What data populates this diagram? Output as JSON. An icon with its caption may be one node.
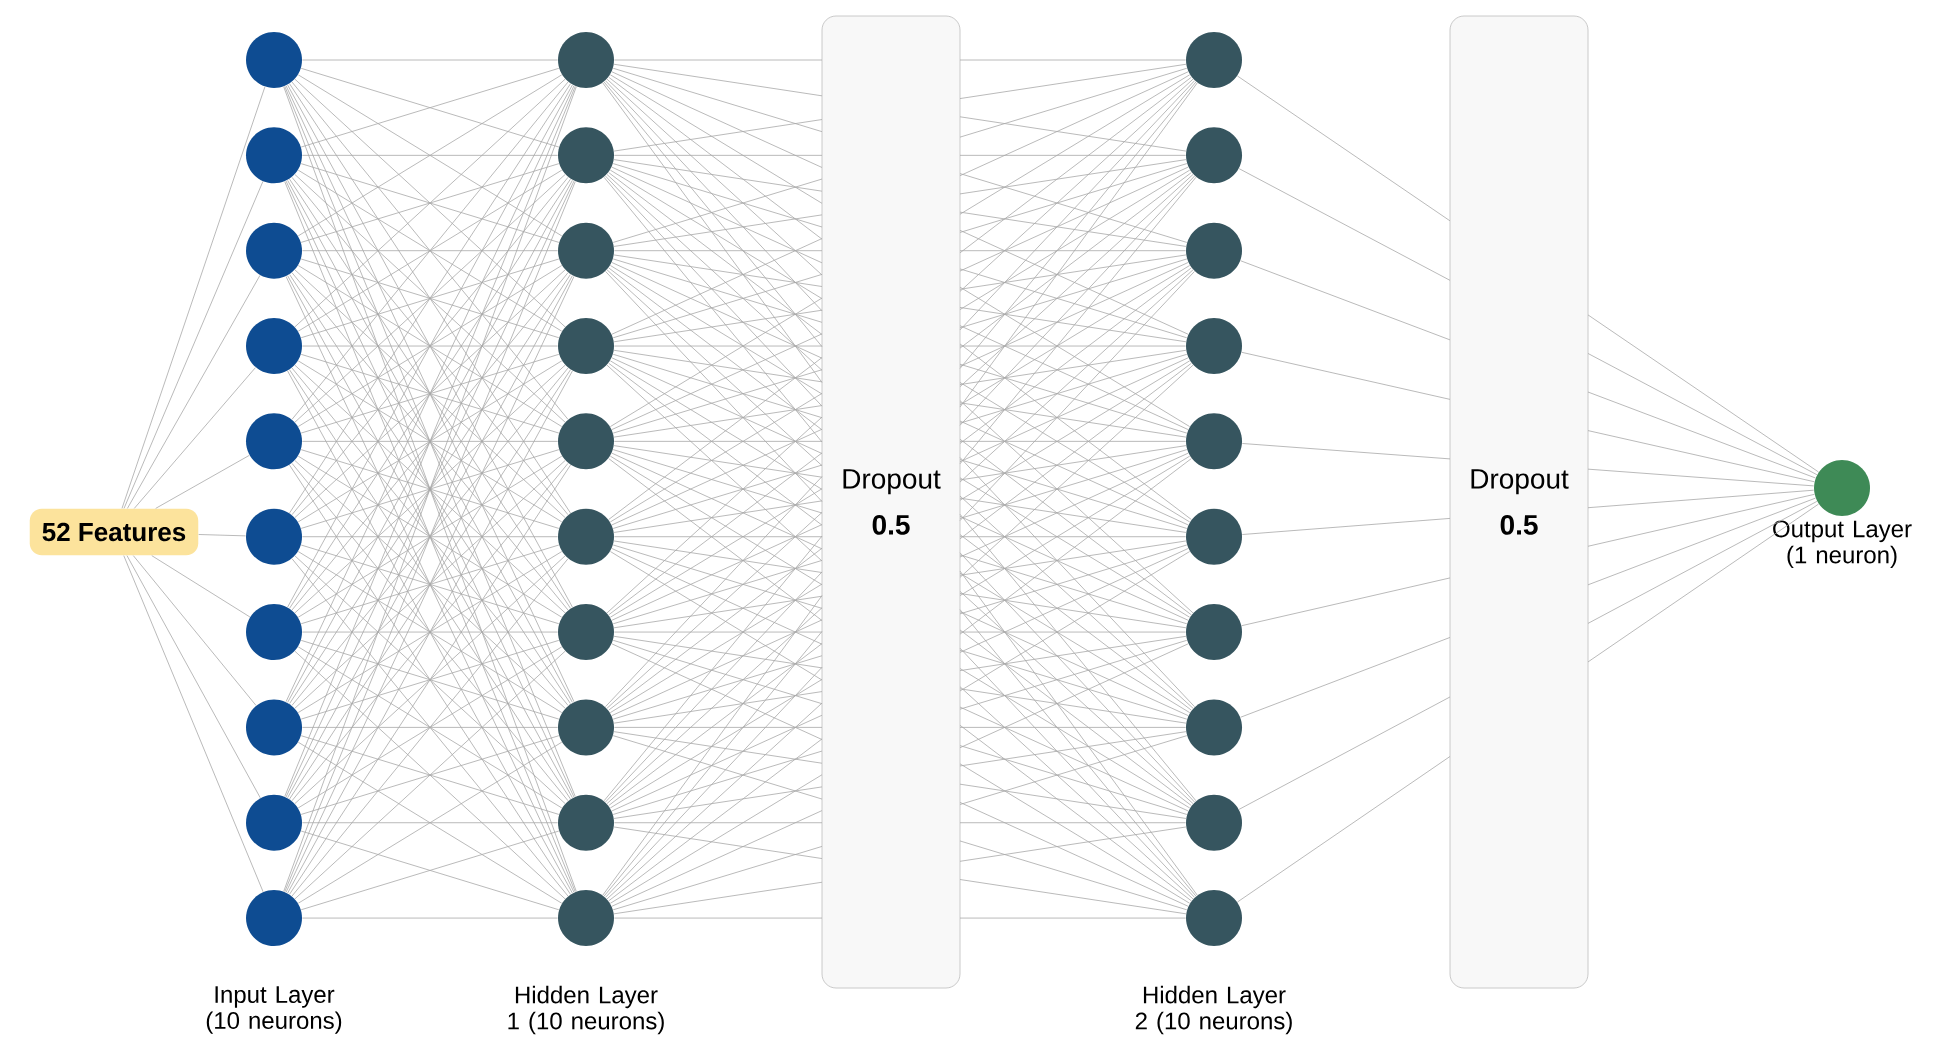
{
  "diagram": {
    "nodes": [
      {
        "text": [
          "52 Features"
        ]
      },
      {
        "text": [],
        "shape": "circle"
      },
      {
        "text": [],
        "shape": "circle"
      },
      {
        "text": [],
        "shape": "circle"
      },
      {
        "text": [],
        "shape": "circle"
      },
      {
        "text": [],
        "shape": "circle"
      },
      {
        "text": [],
        "shape": "circle"
      },
      {
        "text": [],
        "shape": "circle"
      },
      {
        "text": [],
        "shape": "circle"
      },
      {
        "text": [],
        "shape": "circle"
      },
      {
        "text": [],
        "shape": "circle"
      },
      {
        "text": [],
        "shape": "circle"
      },
      {
        "text": [],
        "shape": "circle"
      },
      {
        "text": [],
        "shape": "circle"
      },
      {
        "text": [],
        "shape": "circle"
      },
      {
        "text": [],
        "shape": "circle"
      },
      {
        "text": [],
        "shape": "circle"
      },
      {
        "text": [],
        "shape": "circle"
      },
      {
        "text": [],
        "shape": "circle"
      },
      {
        "text": [],
        "shape": "circle"
      },
      {
        "text": [],
        "shape": "circle"
      },
      {
        "text": [
          "Dropout",
          "0.5"
        ]
      },
      {
        "text": [],
        "shape": "circle"
      },
      {
        "text": [],
        "shape": "circle"
      },
      {
        "text": [],
        "shape": "circle"
      },
      {
        "text": [],
        "shape": "circle"
      },
      {
        "text": [],
        "shape": "circle"
      },
      {
        "text": [],
        "shape": "circle"
      },
      {
        "text": [],
        "shape": "circle"
      },
      {
        "text": [],
        "shape": "circle"
      },
      {
        "text": [],
        "shape": "circle"
      },
      {
        "text": [],
        "shape": "circle"
      },
      {
        "text": [
          "Dropout",
          "0.5"
        ]
      },
      {
        "text": [],
        "shape": "circle",
        "beside": [
          "Output Layer (1 neuron)"
        ]
      }
    ],
    "edges": [
      {
        "from": 0,
        "to": 1,
        "arrow": "none"
      },
      {
        "from": 0,
        "to": 2,
        "arrow": "none"
      },
      {
        "from": 0,
        "to": 3,
        "arrow": "none"
      },
      {
        "from": 0,
        "to": 4,
        "arrow": "none"
      },
      {
        "from": 0,
        "to": 5,
        "arrow": "none"
      },
      {
        "from": 0,
        "to": 6,
        "arrow": "none"
      },
      {
        "from": 0,
        "to": 7,
        "arrow": "none"
      },
      {
        "from": 0,
        "to": 8,
        "arrow": "none"
      },
      {
        "from": 0,
        "to": 9,
        "arrow": "none"
      },
      {
        "from": 0,
        "to": 10,
        "arrow": "none"
      },
      {
        "from": 1,
        "to": 11,
        "arrow": "none"
      },
      {
        "from": 1,
        "to": 12,
        "arrow": "none"
      },
      {
        "from": 1,
        "to": 13,
        "arrow": "none"
      },
      {
        "from": 1,
        "to": 14,
        "arrow": "none"
      },
      {
        "from": 1,
        "to": 15,
        "arrow": "none"
      },
      {
        "from": 1,
        "to": 16,
        "arrow": "none"
      },
      {
        "from": 1,
        "to": 17,
        "arrow": "none"
      },
      {
        "from": 1,
        "to": 18,
        "arrow": "none"
      },
      {
        "from": 1,
        "to": 19,
        "arrow": "none"
      },
      {
        "from": 1,
        "to": 20,
        "arrow": "none"
      },
      {
        "from": 2,
        "to": 11,
        "arrow": "none"
      },
      {
        "from": 2,
        "to": 12,
        "arrow": "none"
      },
      {
        "from": 2,
        "to": 13,
        "arrow": "none"
      },
      {
        "from": 2,
        "to": 14,
        "arrow": "none"
      },
      {
        "from": 2,
        "to": 15,
        "arrow": "none"
      },
      {
        "from": 2,
        "to": 16,
        "arrow": "none"
      },
      {
        "from": 2,
        "to": 17,
        "arrow": "none"
      },
      {
        "from": 2,
        "to": 18,
        "arrow": "none"
      },
      {
        "from": 2,
        "to": 19,
        "arrow": "none"
      },
      {
        "from": 2,
        "to": 20,
        "arrow": "none"
      },
      {
        "from": 3,
        "to": 11,
        "arrow": "none"
      },
      {
        "from": 3,
        "to": 12,
        "arrow": "none"
      },
      {
        "from": 3,
        "to": 13,
        "arrow": "none"
      },
      {
        "from": 3,
        "to": 14,
        "arrow": "none"
      },
      {
        "from": 3,
        "to": 15,
        "arrow": "none"
      },
      {
        "from": 3,
        "to": 16,
        "arrow": "none"
      },
      {
        "from": 3,
        "to": 17,
        "arrow": "none"
      },
      {
        "from": 3,
        "to": 18,
        "arrow": "none"
      },
      {
        "from": 3,
        "to": 19,
        "arrow": "none"
      },
      {
        "from": 3,
        "to": 20,
        "arrow": "none"
      },
      {
        "from": 4,
        "to": 11,
        "arrow": "none"
      },
      {
        "from": 4,
        "to": 12,
        "arrow": "none"
      },
      {
        "from": 4,
        "to": 13,
        "arrow": "none"
      },
      {
        "from": 4,
        "to": 14,
        "arrow": "none"
      },
      {
        "from": 4,
        "to": 15,
        "arrow": "none"
      },
      {
        "from": 4,
        "to": 16,
        "arrow": "none"
      },
      {
        "from": 4,
        "to": 17,
        "arrow": "none"
      },
      {
        "from": 4,
        "to": 18,
        "arrow": "none"
      },
      {
        "from": 4,
        "to": 19,
        "arrow": "none"
      },
      {
        "from": 4,
        "to": 20,
        "arrow": "none"
      },
      {
        "from": 5,
        "to": 11,
        "arrow": "none"
      },
      {
        "from": 5,
        "to": 12,
        "arrow": "none"
      },
      {
        "from": 5,
        "to": 13,
        "arrow": "none"
      },
      {
        "from": 5,
        "to": 14,
        "arrow": "none"
      },
      {
        "from": 5,
        "to": 15,
        "arrow": "none"
      },
      {
        "from": 5,
        "to": 16,
        "arrow": "none"
      },
      {
        "from": 5,
        "to": 17,
        "arrow": "none"
      },
      {
        "from": 5,
        "to": 18,
        "arrow": "none"
      },
      {
        "from": 5,
        "to": 19,
        "arrow": "none"
      },
      {
        "from": 5,
        "to": 20,
        "arrow": "none"
      },
      {
        "from": 6,
        "to": 11,
        "arrow": "none"
      },
      {
        "from": 6,
        "to": 12,
        "arrow": "none"
      },
      {
        "from": 6,
        "to": 13,
        "arrow": "none"
      },
      {
        "from": 6,
        "to": 14,
        "arrow": "none"
      },
      {
        "from": 6,
        "to": 15,
        "arrow": "none"
      },
      {
        "from": 6,
        "to": 16,
        "arrow": "none"
      },
      {
        "from": 6,
        "to": 17,
        "arrow": "none"
      },
      {
        "from": 6,
        "to": 18,
        "arrow": "none"
      },
      {
        "from": 6,
        "to": 19,
        "arrow": "none"
      },
      {
        "from": 6,
        "to": 20,
        "arrow": "none"
      },
      {
        "from": 7,
        "to": 11,
        "arrow": "none"
      },
      {
        "from": 7,
        "to": 12,
        "arrow": "none"
      },
      {
        "from": 7,
        "to": 13,
        "arrow": "none"
      },
      {
        "from": 7,
        "to": 14,
        "arrow": "none"
      },
      {
        "from": 7,
        "to": 15,
        "arrow": "none"
      },
      {
        "from": 7,
        "to": 16,
        "arrow": "none"
      },
      {
        "from": 7,
        "to": 17,
        "arrow": "none"
      },
      {
        "from": 7,
        "to": 18,
        "arrow": "none"
      },
      {
        "from": 7,
        "to": 19,
        "arrow": "none"
      },
      {
        "from": 7,
        "to": 20,
        "arrow": "none"
      },
      {
        "from": 8,
        "to": 11,
        "arrow": "none"
      },
      {
        "from": 8,
        "to": 12,
        "arrow": "none"
      },
      {
        "from": 8,
        "to": 13,
        "arrow": "none"
      },
      {
        "from": 8,
        "to": 14,
        "arrow": "none"
      },
      {
        "from": 8,
        "to": 15,
        "arrow": "none"
      },
      {
        "from": 8,
        "to": 16,
        "arrow": "none"
      },
      {
        "from": 8,
        "to": 17,
        "arrow": "none"
      },
      {
        "from": 8,
        "to": 18,
        "arrow": "none"
      },
      {
        "from": 8,
        "to": 19,
        "arrow": "none"
      },
      {
        "from": 8,
        "to": 20,
        "arrow": "none"
      },
      {
        "from": 9,
        "to": 11,
        "arrow": "none"
      },
      {
        "from": 9,
        "to": 12,
        "arrow": "none"
      },
      {
        "from": 9,
        "to": 13,
        "arrow": "none"
      },
      {
        "from": 9,
        "to": 14,
        "arrow": "none"
      },
      {
        "from": 9,
        "to": 15,
        "arrow": "none"
      },
      {
        "from": 9,
        "to": 16,
        "arrow": "none"
      },
      {
        "from": 9,
        "to": 17,
        "arrow": "none"
      },
      {
        "from": 9,
        "to": 18,
        "arrow": "none"
      },
      {
        "from": 9,
        "to": 19,
        "arrow": "none"
      },
      {
        "from": 9,
        "to": 20,
        "arrow": "none"
      },
      {
        "from": 10,
        "to": 11,
        "arrow": "none"
      },
      {
        "from": 10,
        "to": 12,
        "arrow": "none"
      },
      {
        "from": 10,
        "to": 13,
        "arrow": "none"
      },
      {
        "from": 10,
        "to": 14,
        "arrow": "none"
      },
      {
        "from": 10,
        "to": 15,
        "arrow": "none"
      },
      {
        "from": 10,
        "to": 16,
        "arrow": "none"
      },
      {
        "from": 10,
        "to": 17,
        "arrow": "none"
      },
      {
        "from": 10,
        "to": 18,
        "arrow": "none"
      },
      {
        "from": 10,
        "to": 19,
        "arrow": "none"
      },
      {
        "from": 10,
        "to": 20,
        "arrow": "none"
      },
      {
        "from": 11,
        "to": 21,
        "arrow": "none"
      },
      {
        "from": 12,
        "to": 21,
        "arrow": "none"
      },
      {
        "from": 13,
        "to": 21,
        "arrow": "none"
      },
      {
        "from": 14,
        "to": 21,
        "arrow": "none"
      },
      {
        "from": 15,
        "to": 21,
        "arrow": "none"
      },
      {
        "from": 16,
        "to": 21,
        "arrow": "none"
      },
      {
        "from": 17,
        "to": 21,
        "arrow": "none"
      },
      {
        "from": 18,
        "to": 21,
        "arrow": "none"
      },
      {
        "from": 19,
        "to": 21,
        "arrow": "none"
      },
      {
        "from": 20,
        "to": 21,
        "arrow": "none"
      },
      {
        "from": 21,
        "to": 22,
        "arrow": "none"
      },
      {
        "from": 21,
        "to": 23,
        "arrow": "none"
      },
      {
        "from": 21,
        "to": 24,
        "arrow": "none"
      },
      {
        "from": 21,
        "to": 25,
        "arrow": "none"
      },
      {
        "from": 21,
        "to": 26,
        "arrow": "none"
      },
      {
        "from": 21,
        "to": 27,
        "arrow": "none"
      },
      {
        "from": 21,
        "to": 28,
        "arrow": "none"
      },
      {
        "from": 21,
        "to": 29,
        "arrow": "none"
      },
      {
        "from": 21,
        "to": 30,
        "arrow": "none"
      },
      {
        "from": 21,
        "to": 31,
        "arrow": "none"
      },
      {
        "from": 22,
        "to": 32,
        "arrow": "none"
      },
      {
        "from": 23,
        "to": 32,
        "arrow": "none"
      },
      {
        "from": 24,
        "to": 32,
        "arrow": "none"
      },
      {
        "from": 25,
        "to": 32,
        "arrow": "none"
      },
      {
        "from": 26,
        "to": 32,
        "arrow": "none"
      },
      {
        "from": 27,
        "to": 32,
        "arrow": "none"
      },
      {
        "from": 28,
        "to": 32,
        "arrow": "none"
      },
      {
        "from": 29,
        "to": 32,
        "arrow": "none"
      },
      {
        "from": 30,
        "to": 32,
        "arrow": "none"
      },
      {
        "from": 31,
        "to": 32,
        "arrow": "none"
      },
      {
        "from": 32,
        "to": 33,
        "arrow": "none"
      }
    ],
    "labels": [
      "Input Layer (10 neurons)",
      "Hidden Layer 1 (10 neurons)",
      "Hidden Layer 2 (10 neurons)"
    ]
  }
}
